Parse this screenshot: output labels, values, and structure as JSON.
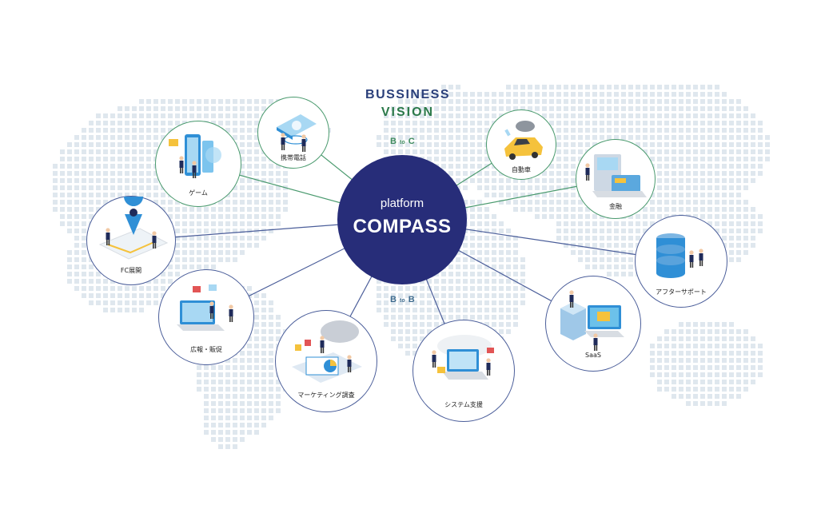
{
  "title": {
    "line1": "BUSSINESS",
    "line2": "VISION"
  },
  "segments": {
    "btoc": {
      "left": "B",
      "mid": "to",
      "right": "C"
    },
    "btob": {
      "left": "B",
      "mid": "to",
      "right": "B"
    }
  },
  "hub": {
    "line1": "platform",
    "line2": "COMPASS"
  },
  "nodes": [
    {
      "label": "携帯電話",
      "group": "btoc"
    },
    {
      "label": "ゲーム",
      "group": "btoc"
    },
    {
      "label": "FC展開",
      "group": "btob"
    },
    {
      "label": "広報・販促",
      "group": "btob"
    },
    {
      "label": "マーケティング調査",
      "group": "btob"
    },
    {
      "label": "システム支援",
      "group": "btob"
    },
    {
      "label": "SaaS",
      "group": "btob"
    },
    {
      "label": "アフターサポート",
      "group": "btob"
    },
    {
      "label": "金融",
      "group": "btoc"
    },
    {
      "label": "自動車",
      "group": "btoc"
    }
  ],
  "colors": {
    "hub": "#272d79",
    "btoc_line": "#4a9a6e",
    "btob_line": "#4b5e9a",
    "map_dot": "#dfe7ee"
  }
}
